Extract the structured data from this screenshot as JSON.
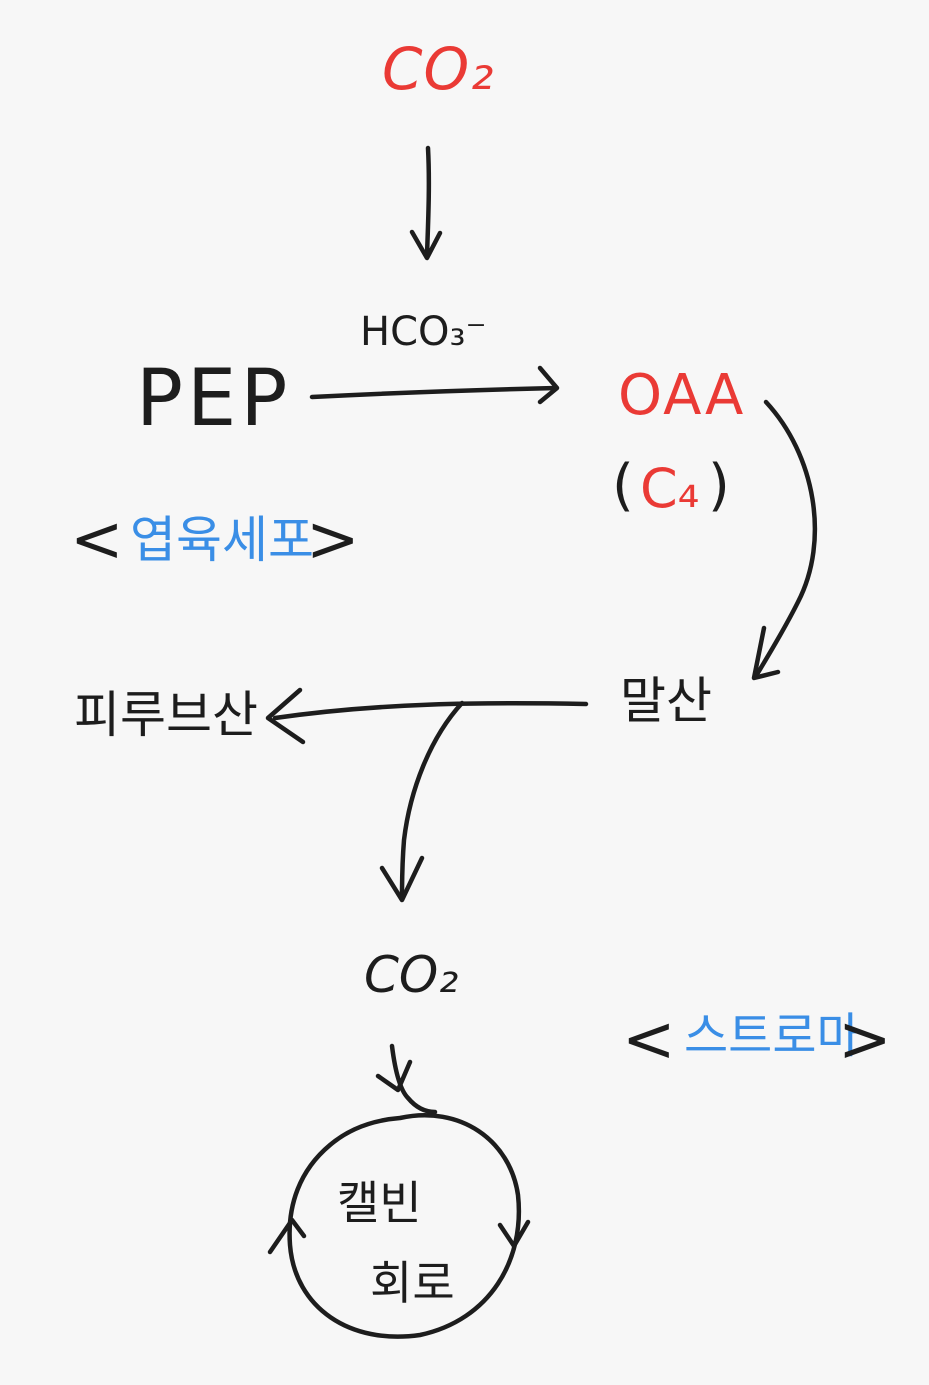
{
  "nodes": {
    "co2_top": "CO₂",
    "hco3": "HCO₃⁻",
    "pep": "PEP",
    "oaa": "OAA",
    "c4_open": "(",
    "c4": "C₄",
    "c4_close": ")",
    "malate": "말산",
    "pyruvate": "피루브산",
    "co2_bottom": "CO₂",
    "calvin_line1": "캘빈",
    "calvin_line2": "회로"
  },
  "regions": {
    "bracket_left": "<",
    "bracket_right": ">",
    "leaf_cell": "엽육세포",
    "stroma": "스트로마"
  },
  "colors": {
    "ink": "#1d1d1d",
    "highlight": "#ea3a35",
    "region": "#3a8ee6",
    "background": "#f7f7f7"
  }
}
